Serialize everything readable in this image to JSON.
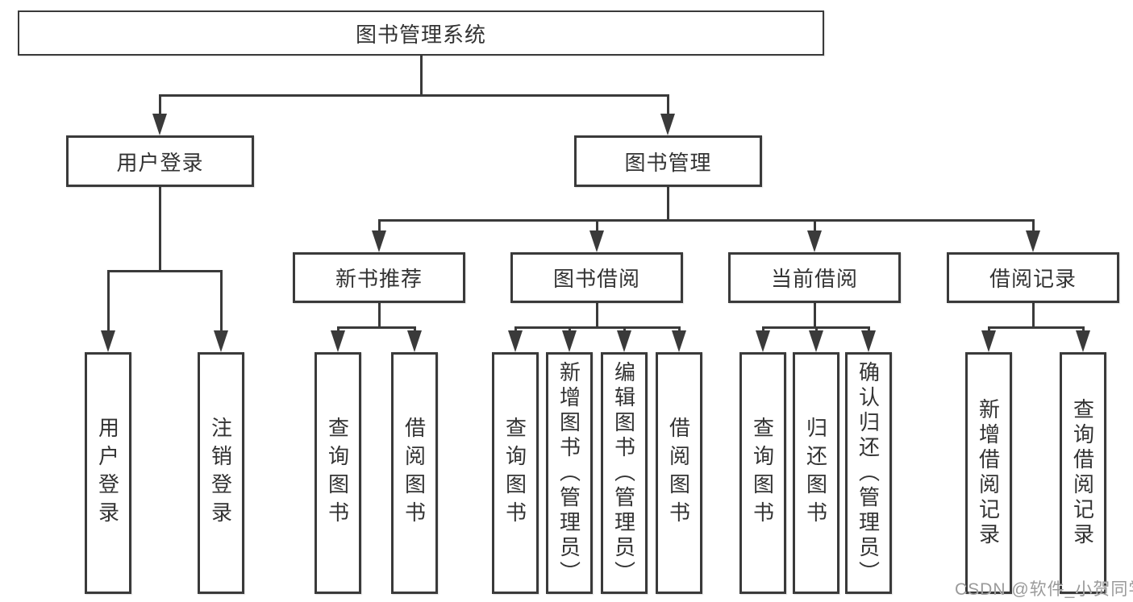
{
  "diagram": {
    "root": {
      "label": "图书管理系统"
    },
    "branches": [
      {
        "label": "用户登录",
        "children": [
          {
            "label": "用户登录"
          },
          {
            "label": "注销登录"
          }
        ]
      },
      {
        "label": "图书管理",
        "children": [
          {
            "label": "新书推荐",
            "children": [
              {
                "label": "查询图书"
              },
              {
                "label": "借阅图书"
              }
            ]
          },
          {
            "label": "图书借阅",
            "children": [
              {
                "label": "查询图书"
              },
              {
                "label": "新增图书（管理员）"
              },
              {
                "label": "编辑图书（管理员）"
              },
              {
                "label": "借阅图书"
              }
            ]
          },
          {
            "label": "当前借阅",
            "children": [
              {
                "label": "查询图书"
              },
              {
                "label": "归还图书"
              },
              {
                "label": "确认归还（管理员）"
              }
            ]
          },
          {
            "label": "借阅记录",
            "children": [
              {
                "label": "新增借阅记录"
              },
              {
                "label": "查询借阅记录"
              }
            ]
          }
        ]
      }
    ]
  },
  "watermark": {
    "text": "CSDN @软件_小贺同学",
    "color": "#9a9a9a"
  },
  "colors": {
    "line": "#3a3a3a",
    "text": "#333333",
    "box_fill": "#ffffff",
    "background": "#ffffff"
  }
}
